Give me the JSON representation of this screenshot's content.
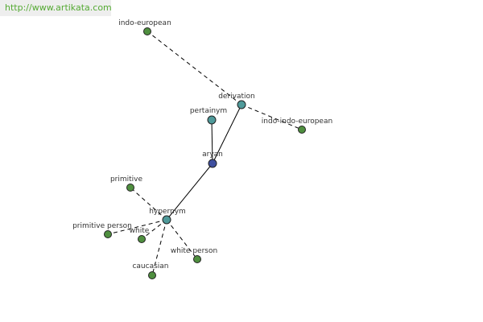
{
  "watermark": "http://www.artikata.com",
  "colors": {
    "center": "#3f4f9f",
    "relation": "#4f9a9a",
    "leaf": "#4f8f3f"
  },
  "nodes": [
    {
      "id": "aryan",
      "label": "aryan",
      "kind": "center"
    },
    {
      "id": "derivation",
      "label": "derivation",
      "kind": "relation"
    },
    {
      "id": "pertainym",
      "label": "pertainym",
      "kind": "relation"
    },
    {
      "id": "hypernym",
      "label": "hypernym",
      "kind": "relation"
    },
    {
      "id": "indo-european",
      "label": "indo-european",
      "kind": "leaf"
    },
    {
      "id": "indo-indo-european",
      "label": "indo-indo-european",
      "kind": "leaf"
    },
    {
      "id": "primitive",
      "label": "primitive",
      "kind": "leaf"
    },
    {
      "id": "primitive-person",
      "label": "primitive person",
      "kind": "leaf"
    },
    {
      "id": "white",
      "label": "white",
      "kind": "leaf"
    },
    {
      "id": "white-person",
      "label": "white person",
      "kind": "leaf"
    },
    {
      "id": "caucasian",
      "label": "caucasian",
      "kind": "leaf"
    }
  ],
  "edges": [
    {
      "from": "aryan",
      "to": "derivation",
      "style": "solid"
    },
    {
      "from": "aryan",
      "to": "pertainym",
      "style": "solid"
    },
    {
      "from": "aryan",
      "to": "hypernym",
      "style": "solid"
    },
    {
      "from": "derivation",
      "to": "indo-european",
      "style": "dashed"
    },
    {
      "from": "derivation",
      "to": "indo-indo-european",
      "style": "dashed"
    },
    {
      "from": "hypernym",
      "to": "primitive",
      "style": "dashed"
    },
    {
      "from": "hypernym",
      "to": "primitive-person",
      "style": "dashed"
    },
    {
      "from": "hypernym",
      "to": "white",
      "style": "dashed"
    },
    {
      "from": "hypernym",
      "to": "white-person",
      "style": "dashed"
    },
    {
      "from": "hypernym",
      "to": "caucasian",
      "style": "dashed"
    }
  ]
}
